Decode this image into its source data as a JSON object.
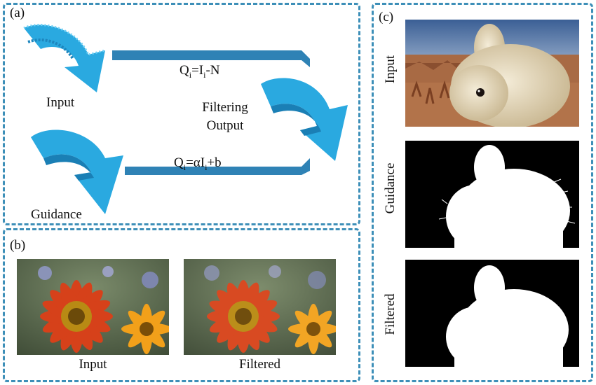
{
  "panel_a": {
    "tag": "(a)",
    "input_label": "Input",
    "guidance_label": "Guidance",
    "filtering_label": "Filtering",
    "output_label": "Output",
    "eq1": {
      "q": "Q",
      "qsub": "i",
      "eq": "=I",
      "isub": "i",
      "rest": "-N"
    },
    "eq2": {
      "q": "Q",
      "qsub": "i",
      "eq": "=αI",
      "isub": "i",
      "rest": "+b"
    },
    "arrow_color": "#29a6dd",
    "arrow_dark": "#1c79a8"
  },
  "panel_b": {
    "tag": "(b)",
    "input_label": "Input",
    "filtered_label": "Filtered"
  },
  "panel_c": {
    "tag": "(c)",
    "input_label": "Input",
    "guidance_label": "Guidance",
    "filtered_label": "Filtered"
  },
  "colors": {
    "dash": "#3d8fb8"
  }
}
